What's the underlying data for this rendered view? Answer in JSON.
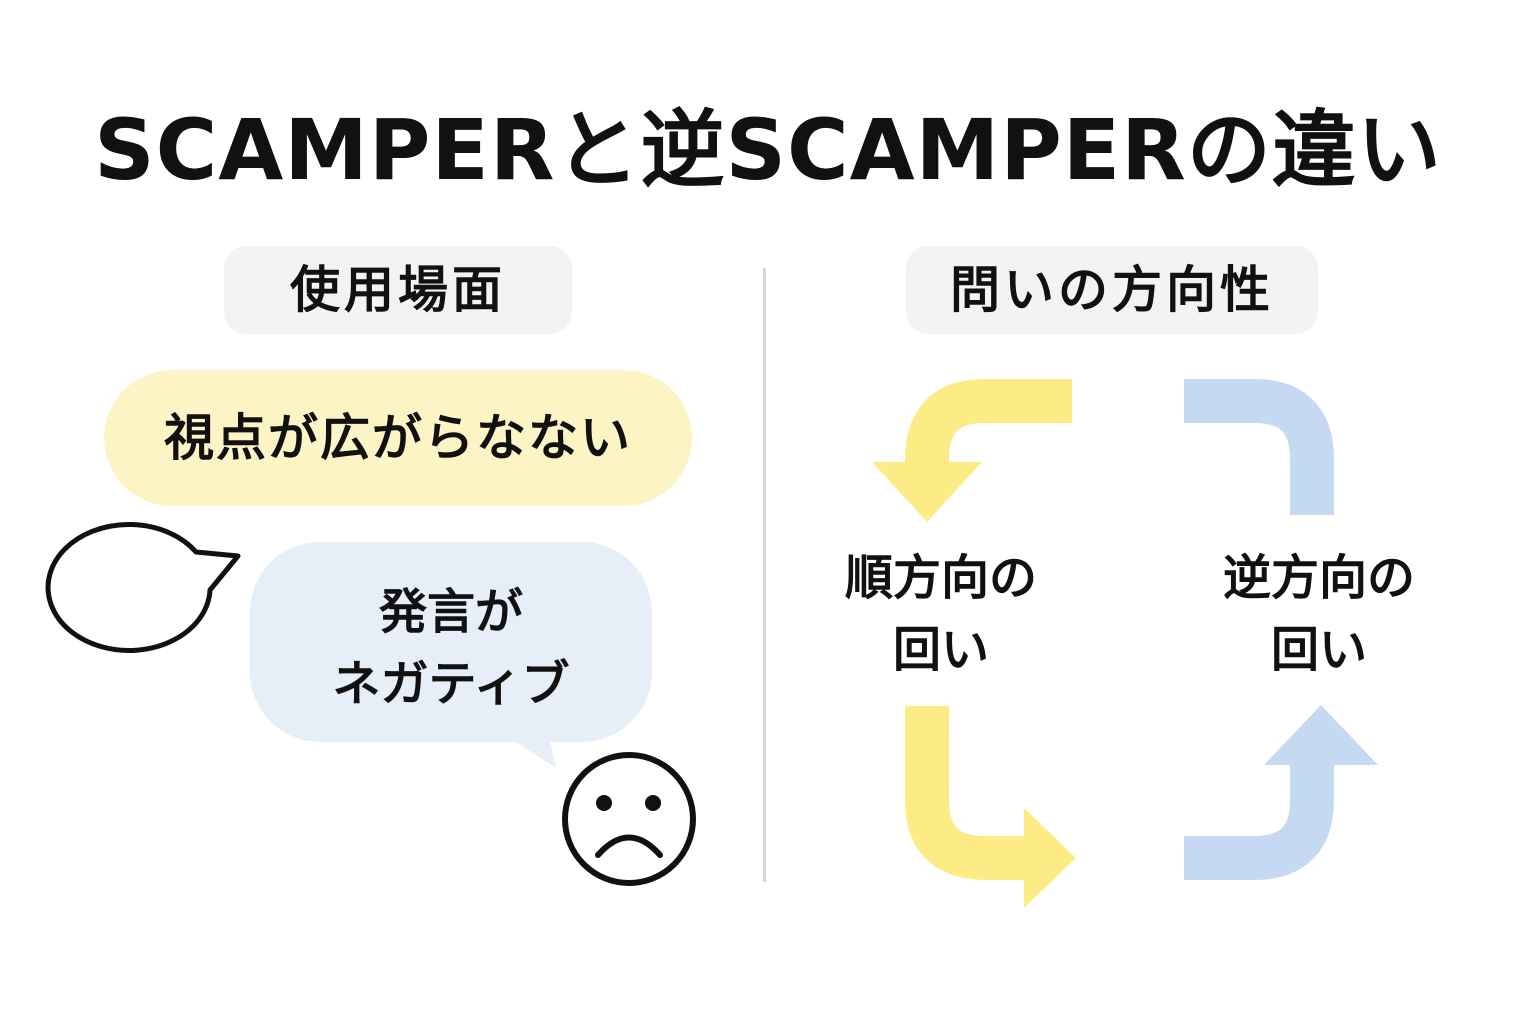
{
  "title": "SCAMPERと逆SCAMPERの違い",
  "left_section": {
    "label": "使用場面",
    "yellow_bubble_text": "視点が広がらなない",
    "blue_bubble_line1": "発言が",
    "blue_bubble_line2": "ネガティブ"
  },
  "right_section": {
    "label": "問いの方向性",
    "forward_line1": "順方向の",
    "forward_line2": "回い",
    "reverse_line1": "逆方向の",
    "reverse_line2": "回い"
  },
  "colors": {
    "yellow_bubble": "#fdf4c6",
    "blue_bubble": "#e6eef8",
    "yellow_arrow": "#fdec86",
    "blue_arrow": "#c6d9f3",
    "label_bg": "#f1f3f5"
  },
  "icons": [
    "speech-bubble-outline-icon",
    "sad-face-icon",
    "curved-arrow-icon"
  ]
}
